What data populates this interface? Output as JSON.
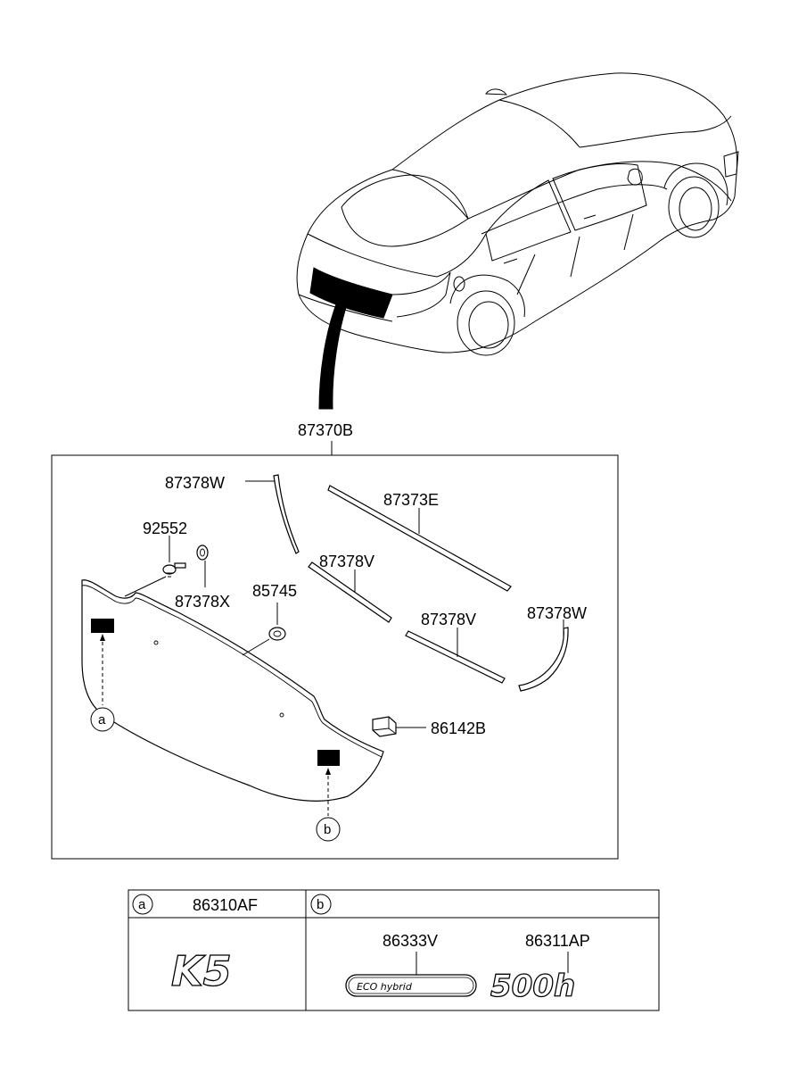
{
  "assembly": {
    "code": "87370B"
  },
  "parts": {
    "trim_strip_upper_left": "87378W",
    "trim_strip_upper": "87373E",
    "bolt": "92552",
    "clip": "87378X",
    "grommet": "85745",
    "trim_strip_mid_left": "87378V",
    "trim_strip_mid_right": "87378V",
    "trim_strip_right": "87378W",
    "connector": "86142B"
  },
  "callouts": {
    "a": "a",
    "b": "b"
  },
  "table": {
    "col_a": {
      "key": "a",
      "part": "86310AF",
      "emblem_text": "K5"
    },
    "col_b": {
      "key": "b",
      "items": [
        {
          "part": "86333V",
          "emblem_text": "ECO hybrid"
        },
        {
          "part": "86311AP",
          "emblem_text": "500h"
        }
      ]
    }
  }
}
